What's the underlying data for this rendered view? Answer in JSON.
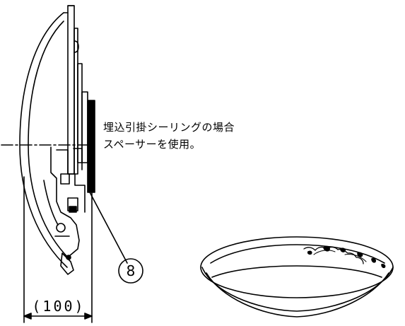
{
  "notes": {
    "line1": "埋込引掛シーリングの場合",
    "line2": "スペーサーを使用。"
  },
  "callout": {
    "number": "8"
  },
  "dimension": {
    "label": "(100)"
  },
  "colors": {
    "line": "#000000",
    "background": "#ffffff"
  }
}
